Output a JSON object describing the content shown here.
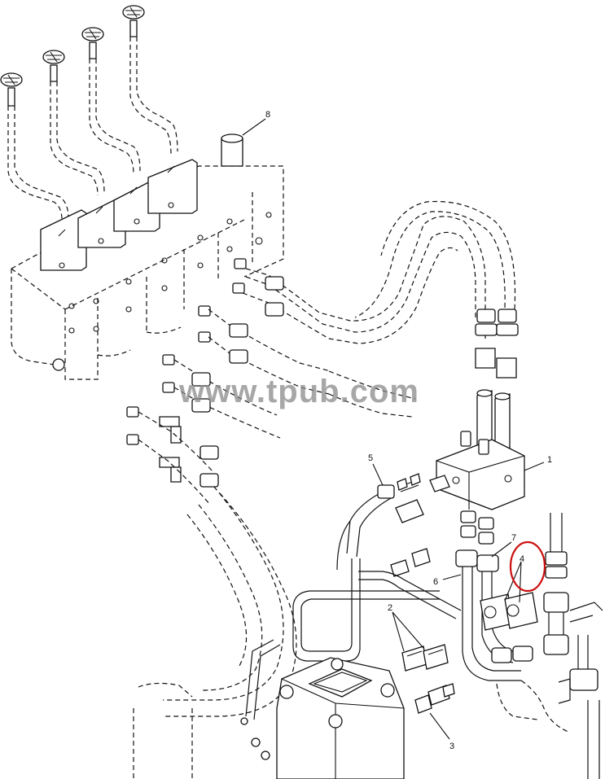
{
  "watermark": "www.tpub.com",
  "callouts": {
    "c1": "1",
    "c2": "2",
    "c3": "3",
    "c4": "4",
    "c5": "5",
    "c6": "6",
    "c7": "7",
    "c8": "8"
  },
  "highlight": {
    "target_callout": "4",
    "color": "#cc1111"
  },
  "colors": {
    "line": "#111111",
    "background": "#ffffff",
    "watermark": "#8a8a8a"
  }
}
